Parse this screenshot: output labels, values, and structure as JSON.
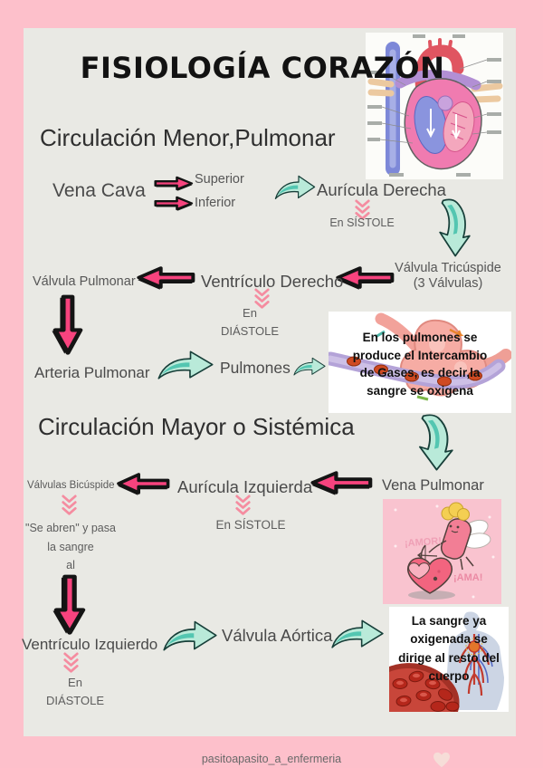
{
  "title": "FISIOLOGÍA CORAZÓN",
  "sections": {
    "minor_heading": "Circulación Menor,Pulmonar",
    "major_heading": "Circulación Mayor o Sistémica"
  },
  "minor": {
    "vena_cava": "Vena Cava",
    "superior": "Superior",
    "inferior": "Inferior",
    "auricula_derecha": "Aurícula Derecha",
    "en_sistole": "En SÍSTOLE",
    "valvula_tricuspide": "Válvula Tricúspide\n(3 Válvulas)",
    "ventriculo_derecho": "Ventrículo Derecho",
    "en_diastole": "En\nDIÁSTOLE",
    "valvula_pulmonar": "Válvula Pulmonar",
    "arteria_pulmonar": "Arteria Pulmonar",
    "pulmones": "Pulmones",
    "lungs_caption": "En los pulmones se\nproduce el Intercambio\nde Gases,  es decir,la\nsangre se oxigena"
  },
  "major": {
    "valvulas_bicuspide": "Válvulas Bicúspide",
    "auricula_izquierda": "Aurícula Izquierda",
    "vena_pulmonar": "Vena Pulmonar",
    "en_sistole": "En SÍSTOLE",
    "se_abren": "\"Se abren\" y pasa\nla sangre\nal",
    "ventriculo_izquierdo": "Ventrículo Izquierdo",
    "en_diastole": "En\nDIÁSTOLE",
    "valvula_aortica": "Válvula Aórtica",
    "body_caption": "La sangre  ya\noxigenada se\ndirige al resto del\ncuerpo"
  },
  "cartoon": {
    "amor": "¡AMOR!",
    "ama": "¡AMA!"
  },
  "footer": {
    "handle": "pasitoapasito_a_enfermeria"
  },
  "colors": {
    "border_pink": "#fdc0cb",
    "page_bg": "#e9e9e4",
    "arrow_pink": "#f7437e",
    "arrow_teal": "#b9ead9",
    "arrow_teal_dark": "#41bfa9",
    "chevron_pink": "#f58ca0",
    "text_gray": "#4a4a4a"
  }
}
